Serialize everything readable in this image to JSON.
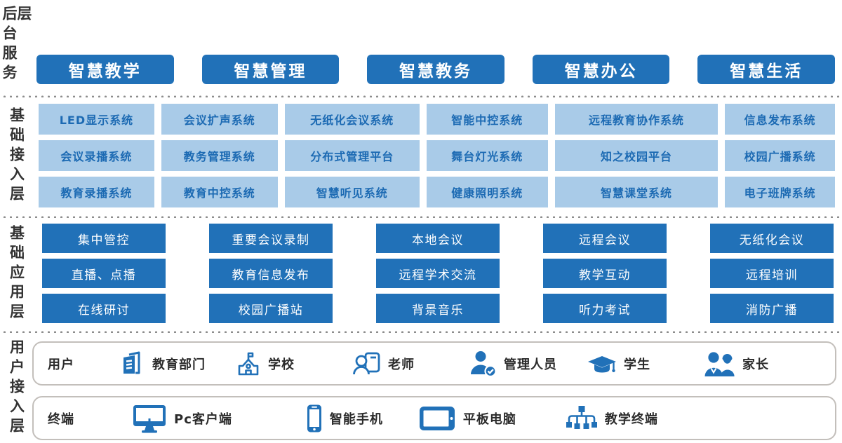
{
  "layers": {
    "backend": {
      "label": "后台服务层",
      "buttons": [
        "智慧教学",
        "智慧管理",
        "智慧教务",
        "智慧办公",
        "智慧生活"
      ]
    },
    "access": {
      "label": "基础接入层",
      "rows": [
        [
          "LED显示系统",
          "会议扩声系统",
          "无纸化会议系统",
          "智能中控系统",
          "远程教育协作系统",
          "信息发布系统"
        ],
        [
          "会议录播系统",
          "教务管理系统",
          "分布式管理平台",
          "舞台灯光系统",
          "知之校园平台",
          "校园广播系统"
        ],
        [
          "教育录播系统",
          "教育中控系统",
          "智慧听见系统",
          "健康照明系统",
          "智慧课堂系统",
          "电子班牌系统"
        ]
      ]
    },
    "application": {
      "label": "基础应用层",
      "columns": [
        [
          "集中管控",
          "直播、点播",
          "在线研讨"
        ],
        [
          "重要会议录制",
          "教育信息发布",
          "校园广播站"
        ],
        [
          "本地会议",
          "远程学术交流",
          "背景音乐"
        ],
        [
          "远程会议",
          "教学互动",
          "听力考试"
        ],
        [
          "无纸化会议",
          "远程培训",
          "消防广播"
        ]
      ]
    },
    "user_access": {
      "label": "用户接入层",
      "users": {
        "label": "用户",
        "items": [
          {
            "icon": "education-department-icon",
            "label": "教育部门"
          },
          {
            "icon": "school-icon",
            "label": "学校"
          },
          {
            "icon": "teacher-icon",
            "label": "老师"
          },
          {
            "icon": "admin-icon",
            "label": "管理人员"
          },
          {
            "icon": "student-icon",
            "label": "学生"
          },
          {
            "icon": "parent-icon",
            "label": "家长"
          }
        ]
      },
      "terminals": {
        "label": "终端",
        "items": [
          {
            "icon": "pc-icon",
            "label": "Pc客户端"
          },
          {
            "icon": "smartphone-icon",
            "label": "智能手机"
          },
          {
            "icon": "tablet-icon",
            "label": "平板电脑"
          },
          {
            "icon": "teaching-terminal-icon",
            "label": "教学终端"
          }
        ]
      }
    }
  },
  "colors": {
    "primary_blue": "#2171b8",
    "light_blue": "#a9cbe8",
    "box_text_blue": "#1c6ab3",
    "label_dark": "#333333",
    "border_gray": "#c3bfbb",
    "dot_gray": "#8d8d8d"
  }
}
